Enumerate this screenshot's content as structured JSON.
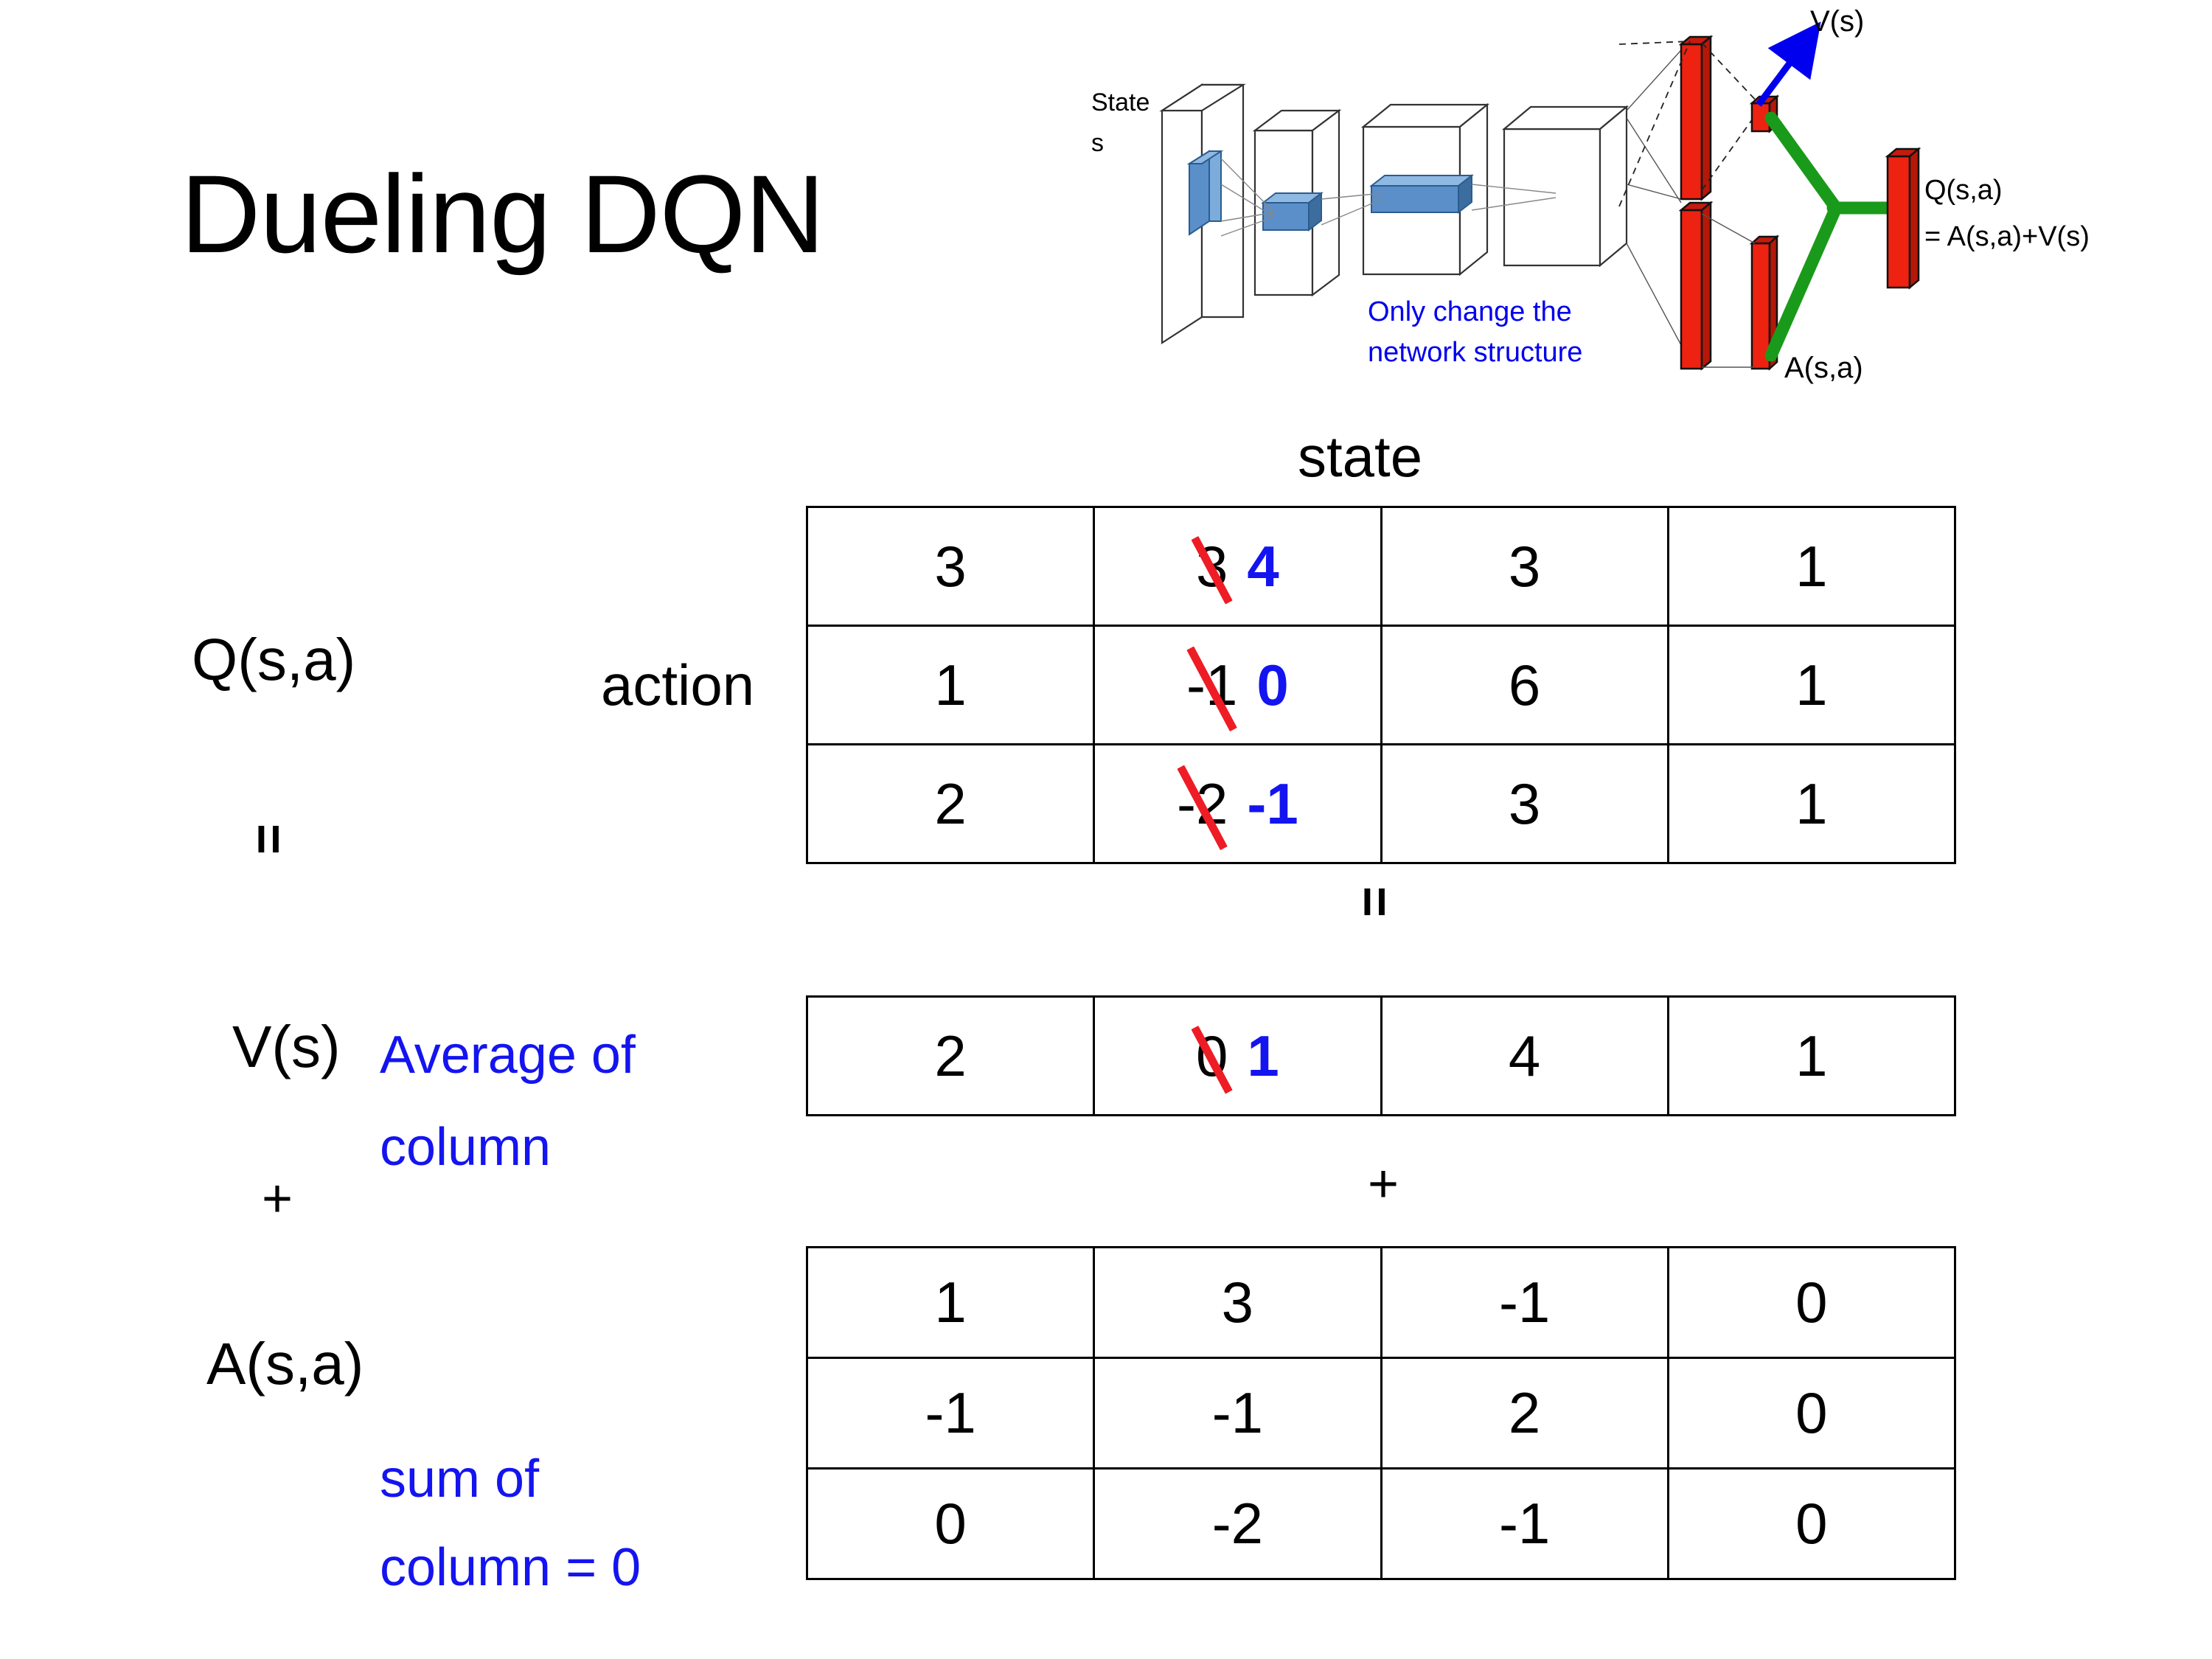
{
  "slide": {
    "title": "Dueling DQN",
    "background_color": "#ffffff"
  },
  "diagram": {
    "name": "dueling-dqn-network-architecture",
    "input_label_line1": "State",
    "input_label_line2": "s",
    "note_line1": "Only change the",
    "note_line2": "network structure",
    "note_color": "#0000ee",
    "value_stream_label": "V(s)",
    "advantage_stream_label": "A(s,a)",
    "output_label_line1": "Q(s,a)",
    "output_label_line2": "= A(s,a)+V(s)",
    "arrow_color": "#0000ee",
    "merge_color": "#1a9a1a",
    "bar_color": "#ee2211",
    "feature_color": "#6fa8dc"
  },
  "axis_labels": {
    "state": "state",
    "action": "action"
  },
  "left_labels": {
    "q": "Q(s,a)",
    "v": "V(s)",
    "a": "A(s,a)",
    "equals": "=",
    "plus": "+"
  },
  "annotations": {
    "average_line1": "Average of",
    "average_line2": "column",
    "sum_line1": "sum of",
    "sum_line2": "column = 0",
    "color": "#1414f0"
  },
  "connectors": {
    "equals_between_q_and_v": "=",
    "plus_between_v_and_a": "+"
  },
  "chart_data": {
    "type": "table",
    "title": "Dueling DQN",
    "xlabel": "state",
    "ylabel": "action",
    "tables": [
      {
        "name": "Q(s,a)",
        "rows": 3,
        "cols": 4,
        "values": [
          [
            "3",
            "3",
            "3",
            "1"
          ],
          [
            "1",
            "-1",
            "6",
            "1"
          ],
          [
            "2",
            "-2",
            "3",
            "1"
          ]
        ],
        "corrections": [
          {
            "row": 0,
            "col": 1,
            "old": "3",
            "new": "4"
          },
          {
            "row": 1,
            "col": 1,
            "old": "-1",
            "new": "0"
          },
          {
            "row": 2,
            "col": 1,
            "old": "-2",
            "new": "-1"
          }
        ]
      },
      {
        "name": "V(s)",
        "rows": 1,
        "cols": 4,
        "values": [
          [
            "2",
            "0",
            "4",
            "1"
          ]
        ],
        "corrections": [
          {
            "row": 0,
            "col": 1,
            "old": "0",
            "new": "1"
          }
        ]
      },
      {
        "name": "A(s,a)",
        "rows": 3,
        "cols": 4,
        "values": [
          [
            "1",
            "3",
            "-1",
            "0"
          ],
          [
            "-1",
            "-1",
            "2",
            "0"
          ],
          [
            "0",
            "-2",
            "-1",
            "0"
          ]
        ],
        "corrections": []
      }
    ]
  }
}
